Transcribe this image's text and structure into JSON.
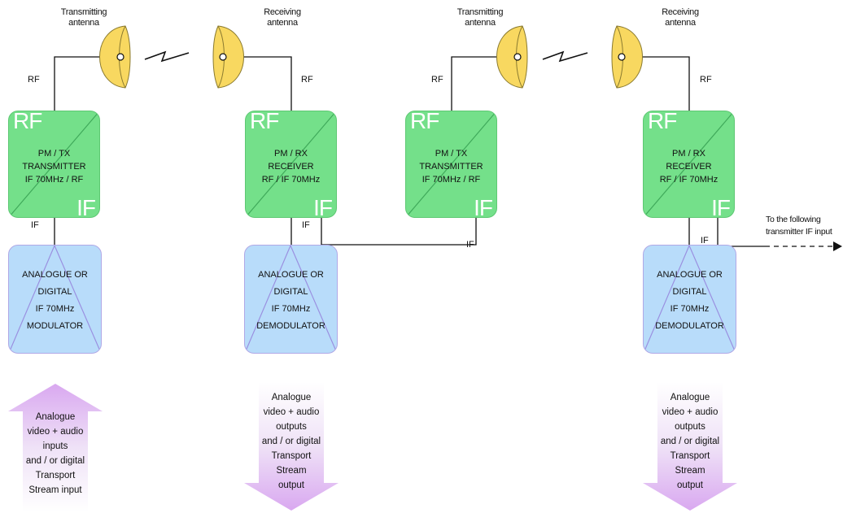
{
  "antennas": [
    {
      "label": "Transmitting\nantenna"
    },
    {
      "label": "Receiving\nantenna"
    },
    {
      "label": "Transmitting\nantenna"
    },
    {
      "label": "Receiving\nantenna"
    }
  ],
  "signals": {
    "rf": "RF",
    "if": "IF"
  },
  "rf_blocks": [
    {
      "rf": "RF",
      "if": "IF",
      "line1": "PM / TX",
      "line2": "TRANSMITTER",
      "line3": "IF 70MHz / RF"
    },
    {
      "rf": "RF",
      "if": "IF",
      "line1": "PM / RX",
      "line2": "RECEIVER",
      "line3": "RF / IF 70MHz"
    },
    {
      "rf": "RF",
      "if": "IF",
      "line1": "PM / TX",
      "line2": "TRANSMITTER",
      "line3": "IF 70MHz / RF"
    },
    {
      "rf": "RF",
      "if": "IF",
      "line1": "PM / RX",
      "line2": "RECEIVER",
      "line3": "RF / IF 70MHz"
    }
  ],
  "mod_blocks": [
    {
      "line1": "ANALOGUE OR",
      "line2": "DIGITAL",
      "line3": "IF 70MHz",
      "line4": "MODULATOR"
    },
    {
      "line1": "ANALOGUE OR",
      "line2": "DIGITAL",
      "line3": "IF 70MHz",
      "line4": "DEMODULATOR"
    },
    {
      "line1": "ANALOGUE OR",
      "line2": "DIGITAL",
      "line3": "IF 70MHz",
      "line4": "DEMODULATOR"
    }
  ],
  "io_arrows": [
    {
      "lines": [
        "Analogue",
        "video + audio",
        "inputs",
        "and / or digital",
        "Transport",
        "Stream input"
      ]
    },
    {
      "lines": [
        "Analogue",
        "video + audio",
        "outputs",
        "and / or digital",
        "Transport",
        "Stream",
        "output"
      ]
    },
    {
      "lines": [
        "Analogue",
        "video + audio",
        "outputs",
        "and / or digital",
        "Transport",
        "Stream",
        "output"
      ]
    }
  ],
  "following": {
    "line1": "To the following",
    "line2": "transmitter IF input"
  },
  "colors": {
    "rf_block": "#74e08a",
    "mod_block": "#b8dcfa",
    "antenna": "#f8d860",
    "arrow_fill": "#ead6f5",
    "line": "#111111"
  }
}
